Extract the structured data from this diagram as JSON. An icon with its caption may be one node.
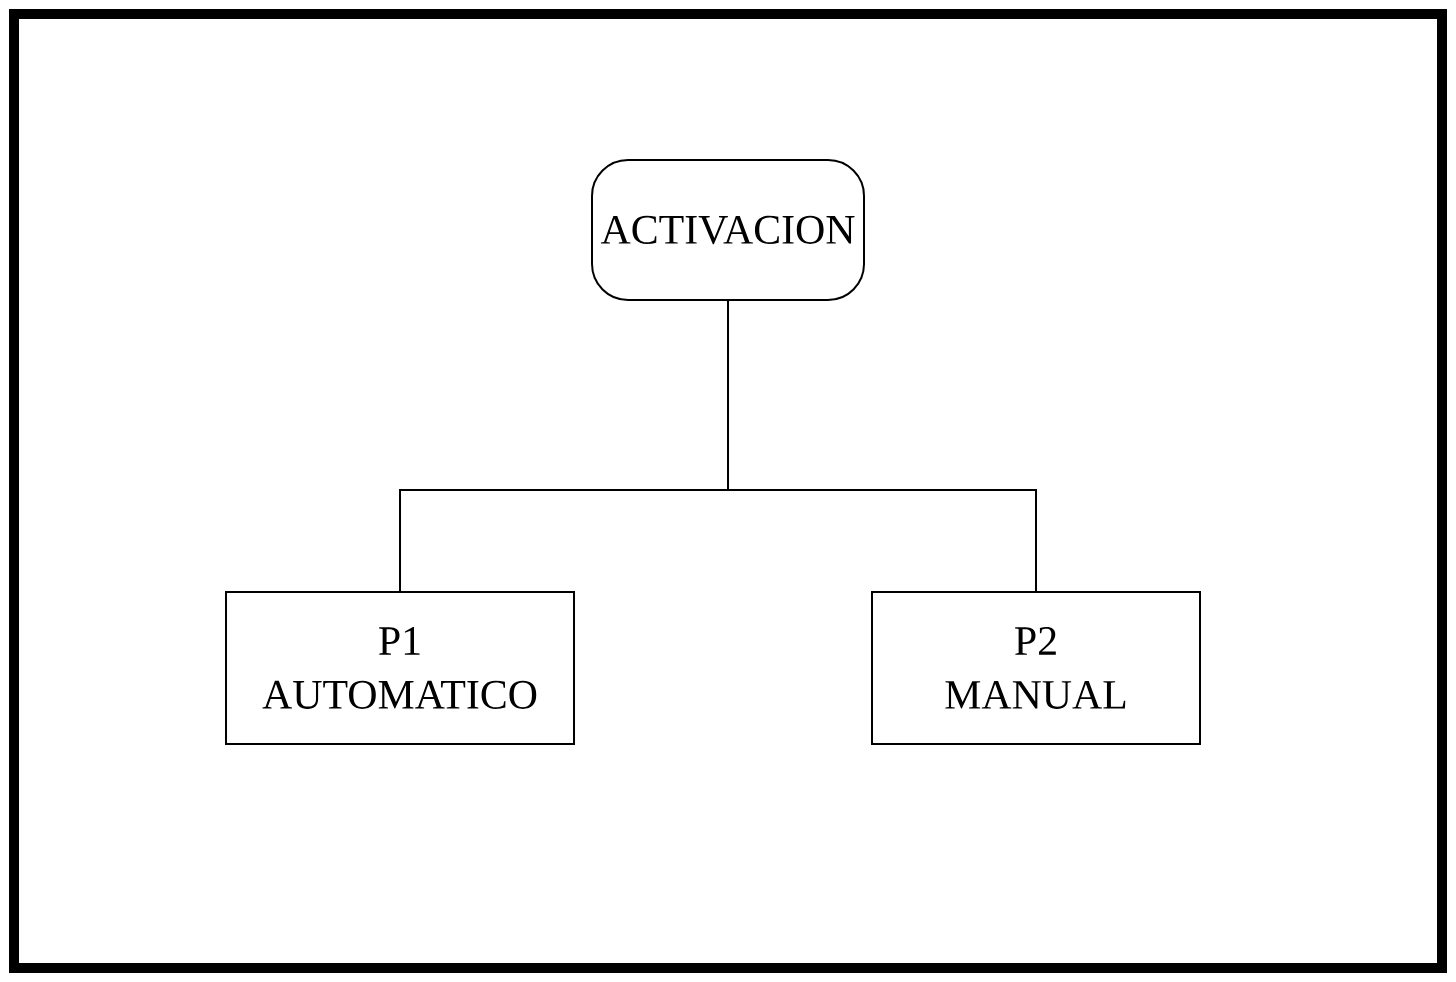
{
  "diagram": {
    "nodes": [
      {
        "text": [
          "ACTIVACION"
        ]
      },
      {
        "text": [
          "P1",
          "AUTOMATICO"
        ]
      },
      {
        "text": [
          "P2",
          "MANUAL"
        ]
      }
    ],
    "edges": [
      {
        "from": 0,
        "to": 1,
        "arrow": "none"
      },
      {
        "from": 0,
        "to": 2,
        "arrow": "none"
      }
    ]
  }
}
